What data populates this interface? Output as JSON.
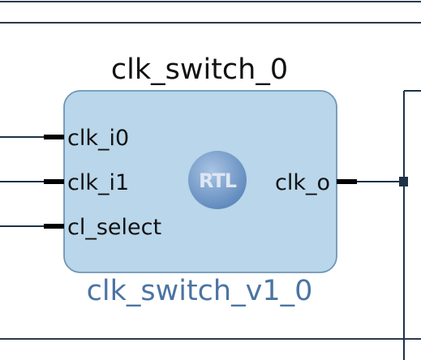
{
  "block": {
    "instance_name": "clk_switch_0",
    "module_name": "clk_switch_v1_0",
    "badge": "RTL",
    "inputs": [
      "clk_i0",
      "clk_i1",
      "cl_select"
    ],
    "outputs": [
      "clk_o"
    ]
  },
  "colors": {
    "block_fill": "#b9d6ea",
    "block_border": "#6f95b7",
    "module_name": "#4b74a3",
    "wire": "#1d3147",
    "badge_fill": "#6f99cb"
  },
  "icons": {
    "badge": "rtl-module-badge-icon",
    "junction": "wire-junction-icon"
  }
}
